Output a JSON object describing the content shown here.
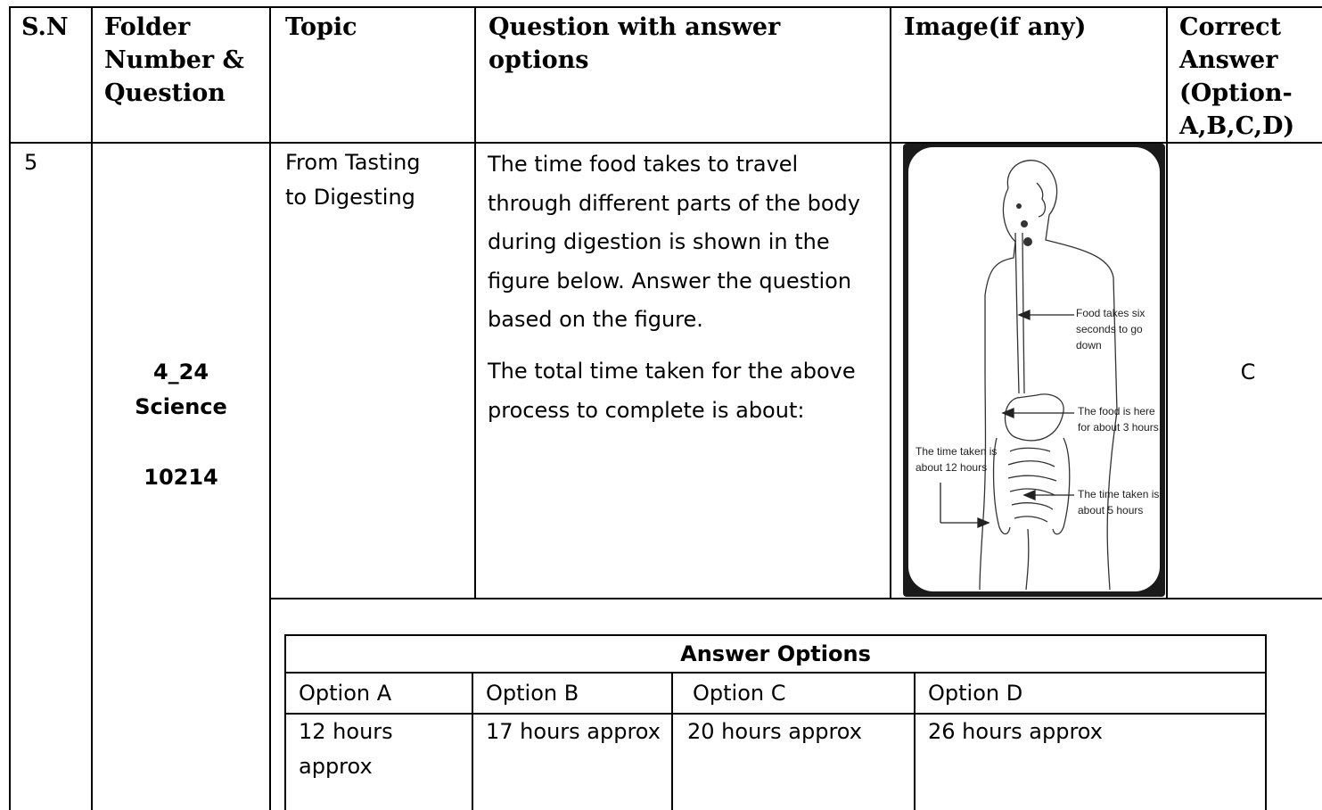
{
  "headers": {
    "sn": "S.N",
    "folder": [
      "Folder",
      "Number &",
      "Question"
    ],
    "topic": "Topic",
    "question": [
      "Question with answer",
      "options"
    ],
    "image": "Image(if any)",
    "correct": [
      "Correct",
      "Answer",
      "(Option-",
      "A,B,C,D)"
    ]
  },
  "row": {
    "sn": "5",
    "folder_code": "4_24",
    "folder_subject": "Science",
    "folder_number": "10214",
    "topic_lines": [
      "From Tasting",
      "to Digesting"
    ],
    "question_lines": [
      "The time food takes to travel",
      "through different parts of the body",
      "during digestion is shown in the",
      "figure below. Answer the question",
      "based on the figure."
    ],
    "question2_lines": [
      "The total time taken for the above",
      "process to complete is about:"
    ],
    "correct_answer": "C"
  },
  "figure": {
    "label_food_down": [
      "Food takes six",
      "seconds to go down"
    ],
    "label_stomach": [
      "The food is here",
      "for about 3 hours"
    ],
    "label_large_intestine": [
      "The time taken is",
      "about 12 hours"
    ],
    "label_small_intestine": [
      "The time taken is",
      "about 5 hours"
    ]
  },
  "answer_options": {
    "title": "Answer Options",
    "headers": [
      "Option A",
      "Option B",
      "Option C",
      "Option D"
    ],
    "values": [
      [
        "12 hours",
        "approx"
      ],
      [
        "17 hours approx"
      ],
      [
        "20 hours approx"
      ],
      [
        "26 hours approx"
      ]
    ]
  }
}
